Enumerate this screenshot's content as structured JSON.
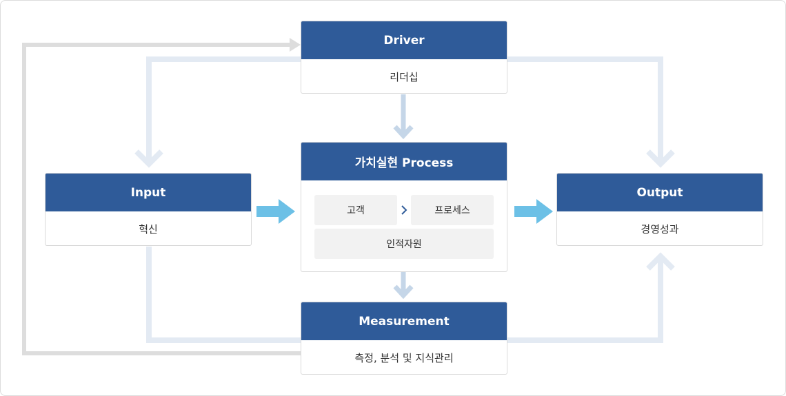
{
  "nodes": {
    "driver": {
      "title": "Driver",
      "label": "리더십"
    },
    "process": {
      "title": "가치실현 Process",
      "chips": {
        "customer": "고객",
        "process": "프로세스",
        "hr": "인적자원"
      }
    },
    "input": {
      "title": "Input",
      "label": "혁신"
    },
    "output": {
      "title": "Output",
      "label": "경영성과"
    },
    "measurement": {
      "title": "Measurement",
      "label": "측정, 분석 및 지식관리"
    }
  },
  "colors": {
    "header": "#2f5b99",
    "connector_light": "#e3eaf3",
    "connector_gray": "#dddddd",
    "arrow_blue": "#6cc0e6",
    "arrow_vertical": "#c5d6e8"
  },
  "icons": {
    "process_chevron": "chevron-right-icon"
  }
}
